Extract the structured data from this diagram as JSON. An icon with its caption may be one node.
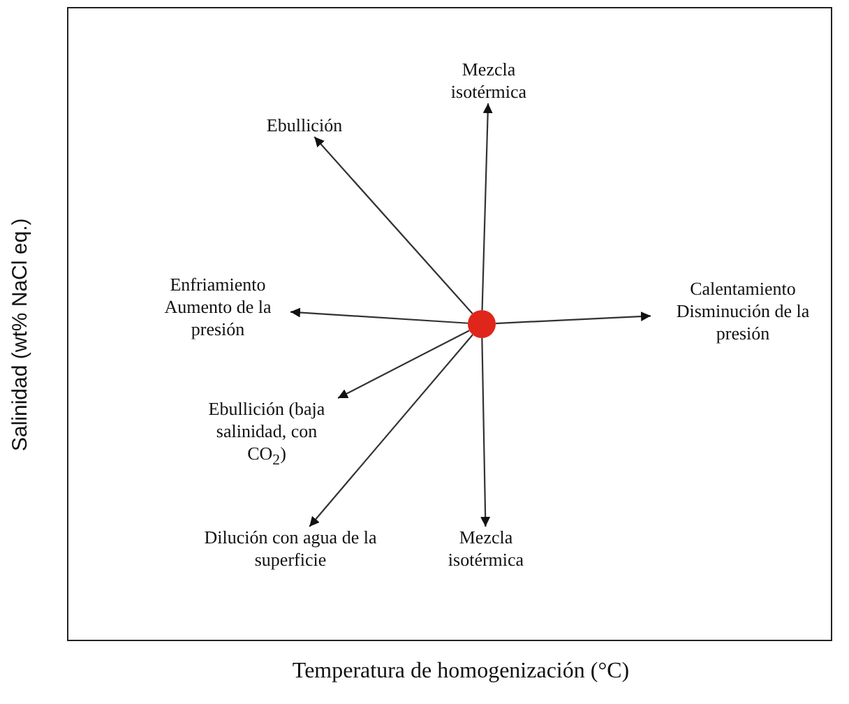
{
  "diagram": {
    "nodes": [
      {
        "text": [],
        "shape": "circle"
      },
      {
        "text": [
          "Mezcla isotérmica"
        ]
      },
      {
        "text": [
          "Ebullición"
        ]
      },
      {
        "text": [
          "Enfriamiento Aumento de la presión"
        ]
      },
      {
        "text": [
          "Calentamiento Disminución de la presión"
        ]
      },
      {
        "text": [
          "Ebullición (baja salinidad, con CO$_{2}$)"
        ]
      },
      {
        "text": [
          "Dilución con agua de la superficie"
        ]
      },
      {
        "text": [
          "Mezcla isotérmica"
        ]
      }
    ],
    "edges": [
      {
        "from": 0,
        "to": 1,
        "arrow": "to"
      },
      {
        "from": 0,
        "to": 2,
        "arrow": "to"
      },
      {
        "from": 0,
        "to": 3,
        "arrow": "to"
      },
      {
        "from": 0,
        "to": 4,
        "arrow": "to"
      },
      {
        "from": 0,
        "to": 5,
        "arrow": "to"
      },
      {
        "from": 0,
        "to": 6,
        "arrow": "to"
      },
      {
        "from": 0,
        "to": 7,
        "arrow": "to"
      }
    ],
    "labels": [
      "Salinidad (wt% NaCl eq.)",
      "Temperatura de homogenización (°C)"
    ]
  }
}
